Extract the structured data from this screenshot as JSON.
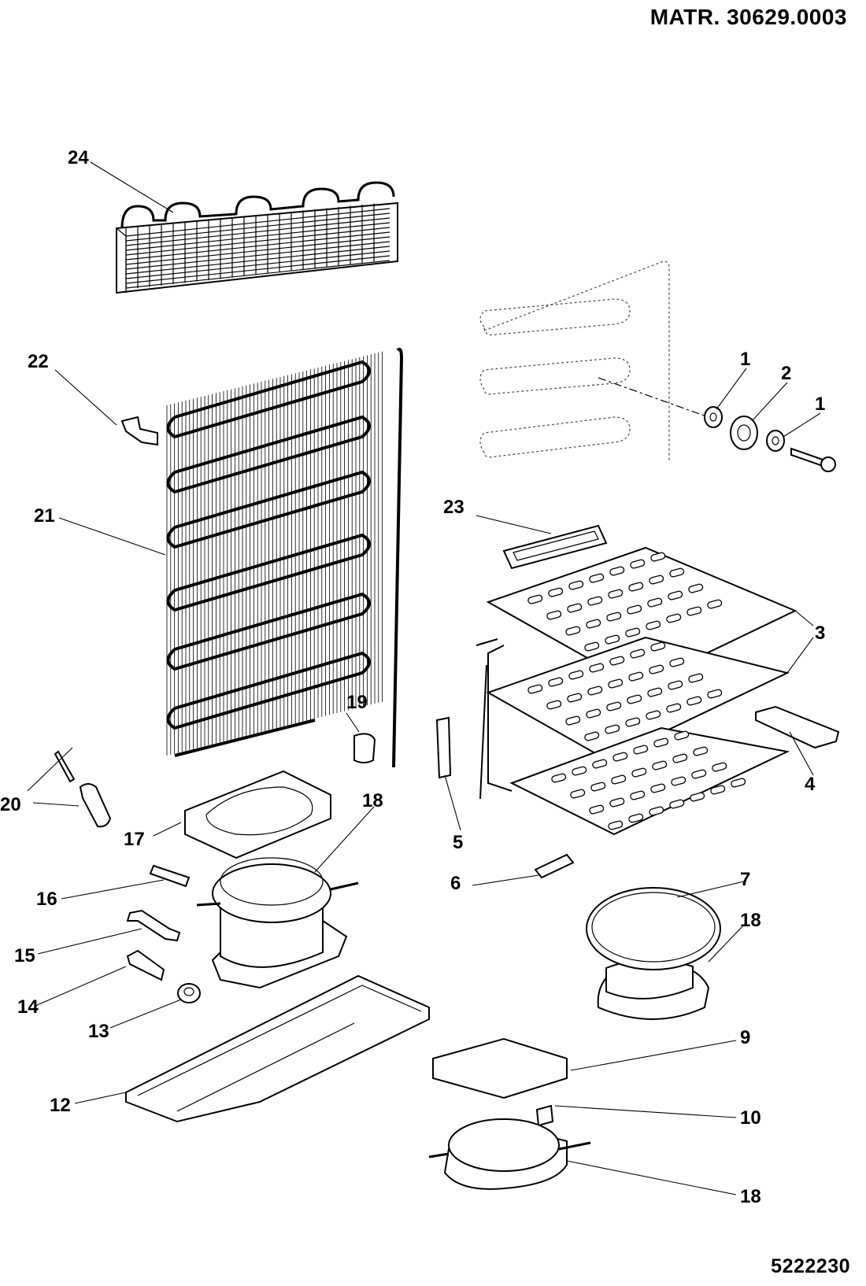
{
  "header": {
    "title": "MATR. 30629.0003"
  },
  "footer": {
    "code": "5222230"
  },
  "callouts": {
    "c1a": "1",
    "c1b": "1",
    "c2": "2",
    "c3": "3",
    "c4": "4",
    "c5": "5",
    "c6": "6",
    "c7": "7",
    "c9": "9",
    "c10": "10",
    "c12": "12",
    "c13": "13",
    "c14": "14",
    "c15": "15",
    "c16": "16",
    "c17": "17",
    "c18a": "18",
    "c18b": "18",
    "c18c": "18",
    "c19": "19",
    "c20": "20",
    "c21": "21",
    "c22": "22",
    "c23": "23",
    "c24": "24"
  }
}
